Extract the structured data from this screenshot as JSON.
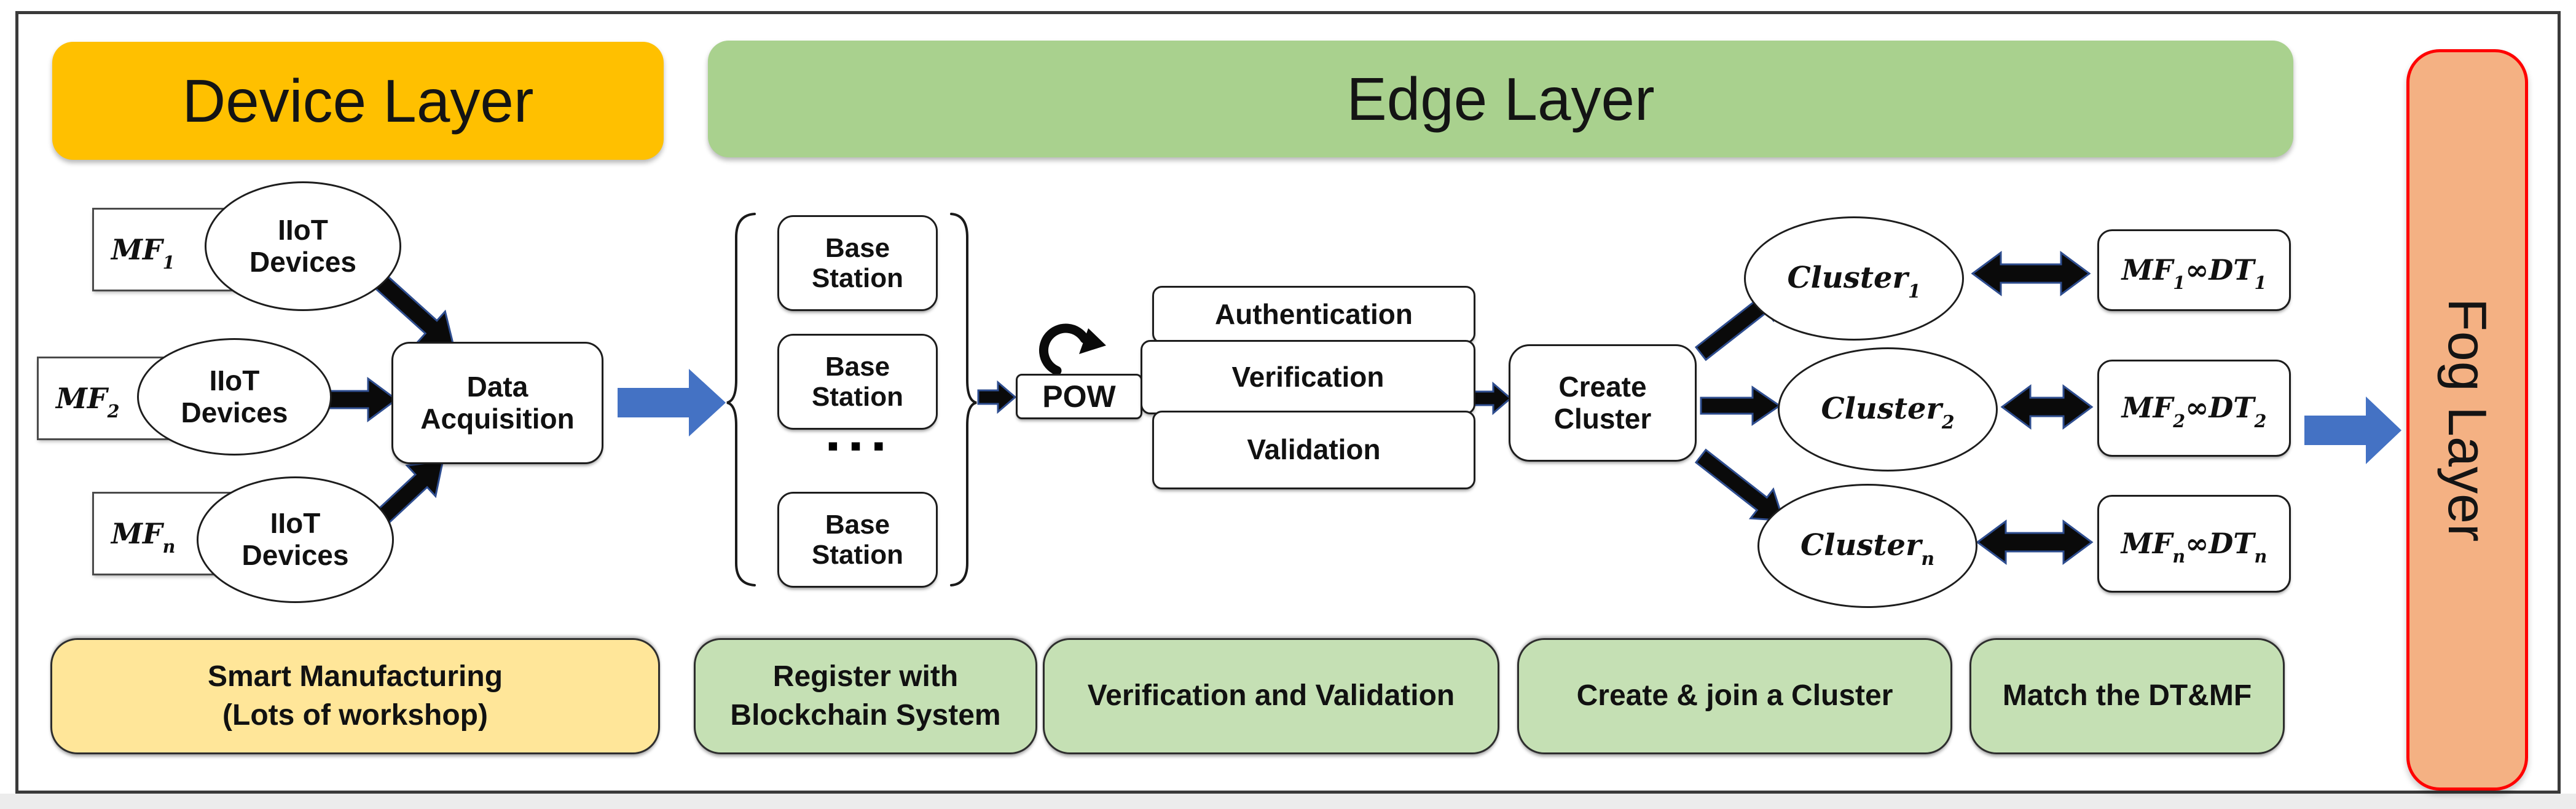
{
  "headers": {
    "device_layer": "Device Layer",
    "edge_layer": "Edge Layer",
    "fog_layer": "Fog Layer"
  },
  "device_section": {
    "factories": [
      {
        "tag_base": "MF",
        "tag_sub": "1",
        "device_label": "IIoT\nDevices"
      },
      {
        "tag_base": "MF",
        "tag_sub": "2",
        "device_label": "IIoT\nDevices"
      },
      {
        "tag_base": "MF",
        "tag_sub": "n",
        "device_label": "IIoT\nDevices"
      }
    ],
    "data_acquisition_label": "Data\nAcquisition"
  },
  "edge_section": {
    "base_stations": [
      "Base\nStation",
      "Base\nStation",
      "Base\nStation"
    ],
    "ellipsis": "▪▪▪",
    "pow_label": "POW",
    "pipeline": [
      "Authentication",
      "Verification",
      "Validation"
    ],
    "create_cluster_label": "Create\nCluster",
    "clusters": [
      {
        "base": "Cluster",
        "sub": "1"
      },
      {
        "base": "Cluster",
        "sub": "2"
      },
      {
        "base": "Cluster",
        "sub": "n"
      }
    ],
    "matches": [
      {
        "mf_base": "MF",
        "mf_sub": "1",
        "symbol": "∞",
        "dt_base": "DT",
        "dt_sub": "1"
      },
      {
        "mf_base": "MF",
        "mf_sub": "2",
        "symbol": "∞",
        "dt_base": "DT",
        "dt_sub": "2"
      },
      {
        "mf_base": "MF",
        "mf_sub": "n",
        "symbol": "∞",
        "dt_base": "DT",
        "dt_sub": "n"
      }
    ]
  },
  "bottom_row": {
    "smart_manufacturing": "Smart Manufacturing\n(Lots of workshop)",
    "register_blockchain": "Register with\nBlockchain System",
    "verification_validation": "Verification and Validation",
    "create_join_cluster": "Create & join a Cluster",
    "match_dt_mf": "Match the DT&MF"
  },
  "colors": {
    "device_header": "#FFC000",
    "edge_header": "#A9D18E",
    "fog_fill": "#F4B183",
    "fog_border": "#FF0000",
    "bottom_yellow": "#FFE699",
    "bottom_green": "#C5E0B4",
    "arrow_blue": "#4472C4",
    "arrow_black": "#0A0A0A"
  }
}
